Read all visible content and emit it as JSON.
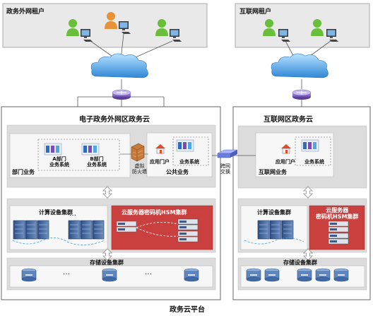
{
  "tenants": {
    "gov_extranet_title": "政务外网租户",
    "internet_title": "互联网租户"
  },
  "zones": {
    "gov_cloud_title": "电子政务外网区政务云",
    "internet_cloud_title": "互联网区政务云",
    "platform_title": "政务云平台"
  },
  "gov": {
    "dept_a": [
      "A部门",
      "业务系统"
    ],
    "dept_b": [
      "B部门",
      "业务系统"
    ],
    "dept_label": "部门业务",
    "firewall": [
      "虚拟",
      "防火墙"
    ],
    "portal_label": "应用门户",
    "public_sys": "业务系统",
    "public_label": "公共业务",
    "compute_title": "计算设备集群",
    "hsm_title": "云服务器密码机HSM集群",
    "storage_title": "存储设备集群",
    "ellipsis": "…"
  },
  "switch": [
    "跨网",
    "交换"
  ],
  "internet": {
    "portal_label": "应用门户",
    "sys_label": "业务系统",
    "business_label": "互联网业务",
    "compute_title": "计算设备集群",
    "hsm_title": [
      "云服务器",
      "密码机HSM集群"
    ],
    "storage_title": "存储设备集群"
  },
  "colors": {
    "hsm_red": "#c9403e",
    "cloud_blue": "#4a9fe0",
    "panel_gray": "#e6e6e6",
    "router_purple": "#8a6fc4",
    "user_green": "#6abf3a",
    "user_orange": "#e8923a"
  },
  "icons": [
    "user-icon",
    "computer-icon",
    "cloud-icon",
    "router-icon",
    "firewall-icon",
    "switch-icon",
    "server-icon",
    "storage-disk-icon",
    "home-icon",
    "up-down-arrow-icon"
  ]
}
